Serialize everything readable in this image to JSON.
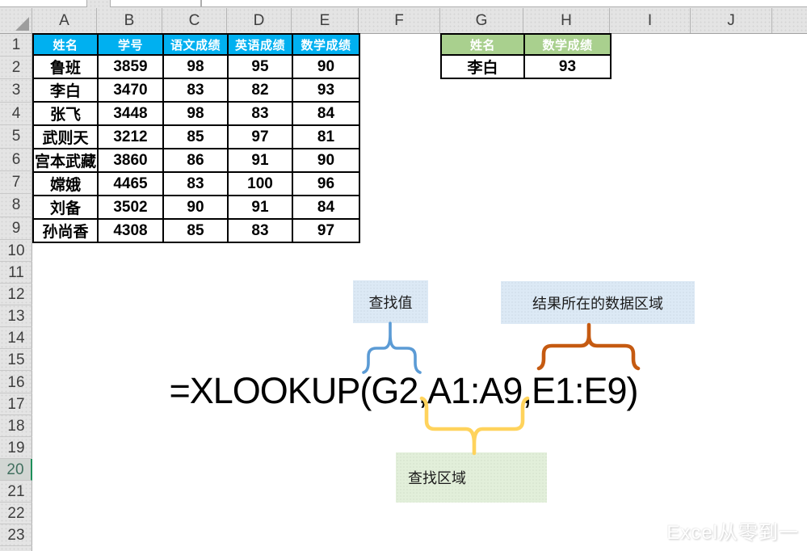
{
  "app": {
    "watermark": "Excel从零到一"
  },
  "grid": {
    "column_headers": [
      "A",
      "B",
      "C",
      "D",
      "E",
      "F",
      "G",
      "H",
      "I",
      "J"
    ],
    "row_headers": [
      "1",
      "2",
      "3",
      "4",
      "5",
      "6",
      "7",
      "8",
      "9",
      "10",
      "11",
      "12",
      "13",
      "14",
      "15",
      "16",
      "17",
      "18",
      "19",
      "20",
      "21",
      "22",
      "23"
    ],
    "active_row": "20"
  },
  "score_table": {
    "header_color": "#00B0F0",
    "headers": [
      "姓名",
      "学号",
      "语文成绩",
      "英语成绩",
      "数学成绩"
    ],
    "rows": [
      [
        "鲁班",
        "3859",
        "98",
        "95",
        "90"
      ],
      [
        "李白",
        "3470",
        "83",
        "82",
        "93"
      ],
      [
        "张飞",
        "3448",
        "98",
        "83",
        "84"
      ],
      [
        "武则天",
        "3212",
        "85",
        "97",
        "81"
      ],
      [
        "宫本武藏",
        "3860",
        "86",
        "91",
        "90"
      ],
      [
        "嫦娥",
        "4465",
        "83",
        "100",
        "96"
      ],
      [
        "刘备",
        "3502",
        "90",
        "91",
        "84"
      ],
      [
        "孙尚香",
        "4308",
        "85",
        "83",
        "97"
      ]
    ]
  },
  "result_table": {
    "header_color": "#A9D08E",
    "headers": [
      "姓名",
      "数学成绩"
    ],
    "rows": [
      [
        "李白",
        "93"
      ]
    ]
  },
  "annotation": {
    "formula": "=XLOOKUP(G2,A1:A9,E1:E9)",
    "labels": {
      "lookup_value": "查找值",
      "result_range": "结果所在的数据区域",
      "lookup_range": "查找区域"
    },
    "colors": {
      "lookup_value_brace": "#5B9BD5",
      "result_range_brace": "#C55A11",
      "lookup_range_brace": "#FFD35C",
      "label_blue_bg": "#DCE9F5",
      "label_green_bg": "#E2EFDA"
    }
  }
}
